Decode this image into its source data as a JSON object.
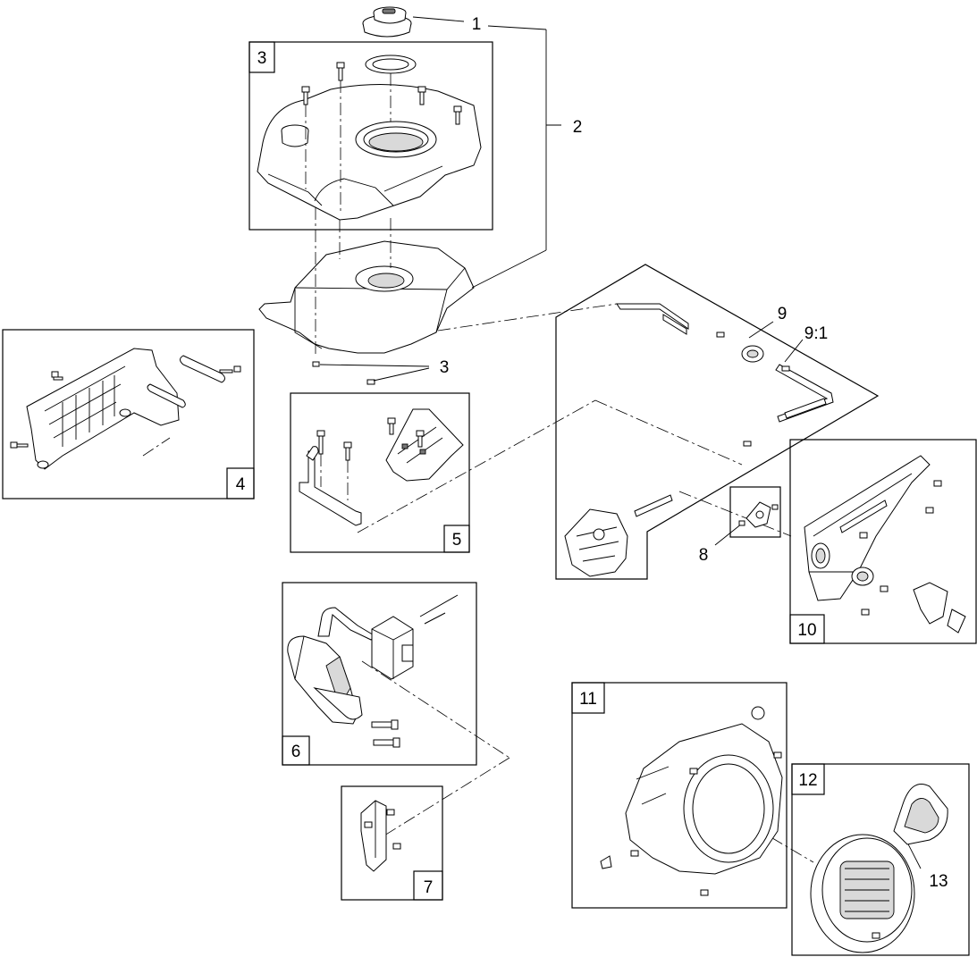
{
  "callouts": {
    "c1": "1",
    "c2": "2",
    "c3_box": "3",
    "c3_free": "3",
    "c4": "4",
    "c5": "5",
    "c6": "6",
    "c7": "7",
    "c8": "8",
    "c9": "9",
    "c9_1": "9:1",
    "c10": "10",
    "c11": "11",
    "c12": "12",
    "c13": "13"
  }
}
